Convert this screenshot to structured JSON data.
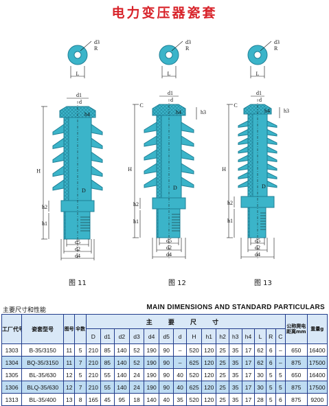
{
  "title": "电力变压器瓷套",
  "figures": {
    "captions": [
      "图 11",
      "图 12",
      "图 13"
    ],
    "dim_labels": {
      "d3": "d3",
      "R": "R",
      "L": "L",
      "d1": "d1",
      "d": "d",
      "h4": "h4",
      "h3": "h3",
      "C": "C",
      "H": "H",
      "D": "D",
      "h2": "h2",
      "h1": "h1",
      "d5": "d5",
      "d2": "d2",
      "d4": "d4"
    }
  },
  "section": {
    "cn": "主要尺寸和性能",
    "en": "MAIN DIMENSIONS AND STANDARD PARTICULARS"
  },
  "table": {
    "header": {
      "factory_code": "工厂代号",
      "model": "瓷套型号",
      "figure_no": "图号",
      "umbrella": "伞数",
      "main_dims": "主 要 尺 寸",
      "creepage": "公称爬电距离mm",
      "weight": "重量g"
    },
    "dim_cols": [
      "D",
      "d1",
      "d2",
      "d3",
      "d4",
      "d5",
      "d",
      "H",
      "h1",
      "h2",
      "h3",
      "h4",
      "L",
      "R",
      "C"
    ],
    "rows": [
      [
        "1303",
        "B-35/3150",
        "11",
        "5",
        "210",
        "85",
        "140",
        "52",
        "190",
        "90",
        "–",
        "520",
        "120",
        "25",
        "35",
        "17",
        "62",
        "6",
        "–",
        "650",
        "16400"
      ],
      [
        "1304",
        "BQ-35/3150",
        "11",
        "7",
        "210",
        "85",
        "140",
        "52",
        "190",
        "90",
        "–",
        "625",
        "120",
        "25",
        "35",
        "17",
        "62",
        "6",
        "–",
        "875",
        "17500"
      ],
      [
        "1305",
        "BL-35/630",
        "12",
        "5",
        "210",
        "55",
        "140",
        "24",
        "190",
        "90",
        "40",
        "520",
        "120",
        "25",
        "35",
        "17",
        "30",
        "5",
        "5",
        "650",
        "16400"
      ],
      [
        "1306",
        "BLQ-35/630",
        "12",
        "7",
        "210",
        "55",
        "140",
        "24",
        "190",
        "90",
        "40",
        "625",
        "120",
        "25",
        "35",
        "17",
        "30",
        "5",
        "5",
        "875",
        "17500"
      ],
      [
        "1313",
        "BL-35/400",
        "13",
        "8",
        "165",
        "45",
        "95",
        "18",
        "140",
        "40",
        "35",
        "520",
        "120",
        "25",
        "35",
        "17",
        "28",
        "5",
        "6",
        "875",
        "9200"
      ]
    ]
  },
  "colors": {
    "title": "#d8232a",
    "porcelain": "#3bb4c9",
    "porcelain_dark": "#1f7f95",
    "header_bg": "#d9e8f7",
    "row_alt": "#bedcf2",
    "border": "#1f3a8a"
  }
}
